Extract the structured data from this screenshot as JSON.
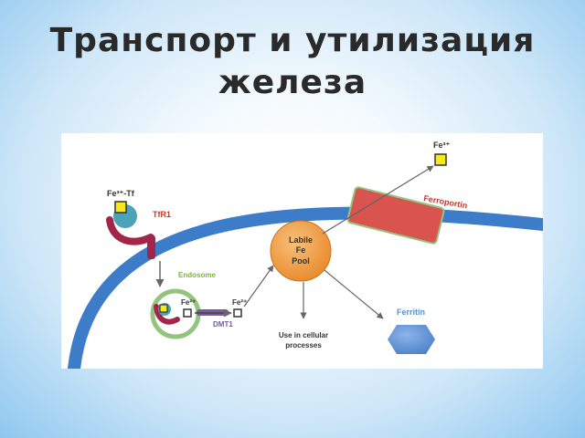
{
  "title": {
    "line1": "Транспорт и утилизация",
    "line2": "железа"
  },
  "diagram": {
    "fe_tf": "Fe³⁺-Tf",
    "tfr1": "TfR1",
    "endosome": "Endosome",
    "fe2_endosome": "Fe²⁺",
    "fe2_cytosol": "Fe²⁺",
    "dmt1": "DMT1",
    "pool_line1": "Labile",
    "pool_line2": "Fe",
    "pool_line3": "Pool",
    "ferroportin": "Ferroportin",
    "fe3_out": "Fe³⁺",
    "use_line1": "Use in cellular",
    "use_line2": "processes",
    "ferritin": "Ferritin"
  },
  "colors": {
    "membrane": "#3d7cc9",
    "receptor": "#a3264a",
    "transferrin": "#4aa3b8",
    "iron": "#f5ea1a",
    "endosome_ring": "#93c47d",
    "pool": "#f3a24a",
    "ferroportin": "#d9534f",
    "ferritin": "#5b8fd3",
    "dmt1": "#7a5aa0"
  }
}
